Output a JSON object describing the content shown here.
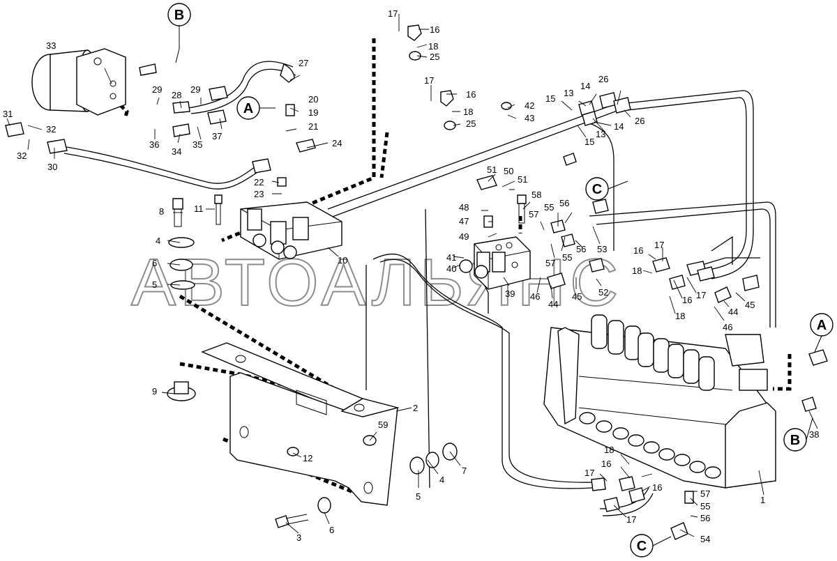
{
  "watermark": "АВТОАЛЬЯНС",
  "reference_letters": [
    "A",
    "B",
    "C"
  ],
  "callouts": {
    "c1": "1",
    "c2": "2",
    "c3": "3",
    "c4a": "4",
    "c4b": "4",
    "c5a": "5",
    "c5b": "5",
    "c6a": "6",
    "c6b": "6",
    "c7": "7",
    "c8": "8",
    "c9": "9",
    "c10": "10",
    "c11": "11",
    "c12": "12",
    "c13a": "13",
    "c13b": "13",
    "c14a": "14",
    "c14b": "14",
    "c15a": "15",
    "c15b": "15",
    "c16a": "16",
    "c16b": "16",
    "c16c": "16",
    "c16d": "16",
    "c16e": "16",
    "c16f": "16",
    "c17a": "17",
    "c17b": "17",
    "c17c": "17",
    "c17d": "17",
    "c17e": "17",
    "c17f": "17",
    "c18a": "18",
    "c18b": "18",
    "c18c": "18",
    "c18d": "18",
    "c18e": "18",
    "c19": "19",
    "c20": "20",
    "c21": "21",
    "c22": "22",
    "c23": "23",
    "c24": "24",
    "c25a": "25",
    "c25b": "25",
    "c26a": "26",
    "c26b": "26",
    "c27": "27",
    "c28": "28",
    "c29a": "29",
    "c29b": "29",
    "c30": "30",
    "c31": "31",
    "c32a": "32",
    "c32b": "32",
    "c33": "33",
    "c34": "34",
    "c35": "35",
    "c36": "36",
    "c37": "37",
    "c38": "38",
    "c39": "39",
    "c40": "40",
    "c41": "41",
    "c42": "42",
    "c43": "43",
    "c44a": "44",
    "c44b": "44",
    "c45a": "45",
    "c45b": "45",
    "c46a": "46",
    "c46b": "46",
    "c47": "47",
    "c48": "48",
    "c49": "49",
    "c50": "50",
    "c51a": "51",
    "c51b": "51",
    "c52": "52",
    "c53": "53",
    "c54": "54",
    "c55a": "55",
    "c55b": "55",
    "c55c": "55",
    "c56a": "56",
    "c56b": "56",
    "c56c": "56",
    "c57a": "57",
    "c57b": "57",
    "c57c": "57",
    "c58": "58",
    "c59": "59"
  }
}
